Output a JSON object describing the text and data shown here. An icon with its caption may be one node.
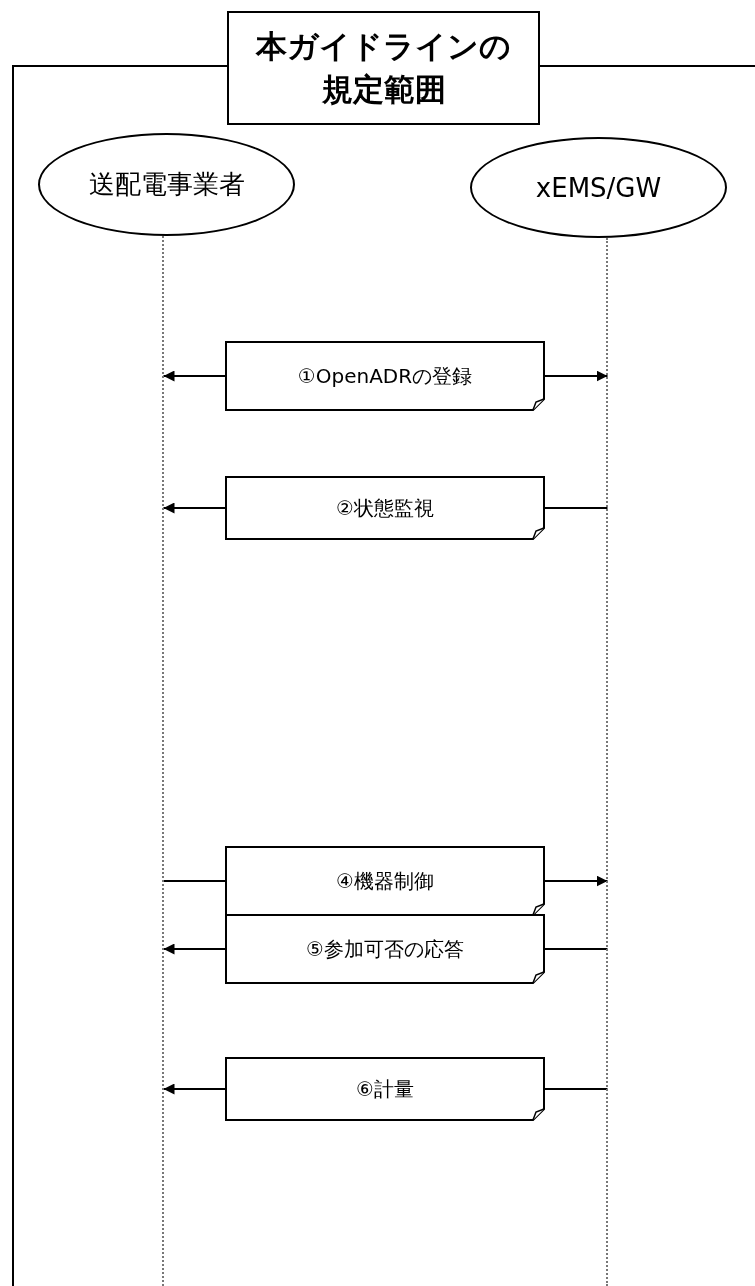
{
  "diagram": {
    "nodes": [
      {
        "text": [
          "本ガイドラインの規定範囲"
        ]
      },
      {
        "text": [
          "送配電事業者"
        ],
        "in": 0
      },
      {
        "text": [
          "xEMS/GW"
        ],
        "in": 0
      },
      {
        "text": [],
        "shape": "line",
        "in": 0
      },
      {
        "text": [],
        "shape": "line",
        "in": 0
      },
      {
        "text": [
          "①OpenADRの登録"
        ],
        "in": 0
      },
      {
        "text": [
          "②状態監視"
        ],
        "in": 0
      },
      {
        "text": [
          "④機器制御"
        ],
        "in": 0
      },
      {
        "text": [
          "⑤参加可否の応答"
        ],
        "in": 0
      },
      {
        "text": [
          "⑥計量"
        ],
        "in": 0
      }
    ],
    "edges": [
      {
        "from": 5,
        "to": 3,
        "arrow": "to"
      },
      {
        "from": 5,
        "to": 4,
        "arrow": "to"
      },
      {
        "from": 6,
        "to": 3,
        "arrow": "to"
      },
      {
        "from": 4,
        "to": 6,
        "arrow": "none"
      },
      {
        "from": 3,
        "to": 7,
        "arrow": "none"
      },
      {
        "from": 7,
        "to": 4,
        "arrow": "to"
      },
      {
        "from": 8,
        "to": 3,
        "arrow": "to"
      },
      {
        "from": 4,
        "to": 8,
        "arrow": "none"
      },
      {
        "from": 9,
        "to": 3,
        "arrow": "to"
      },
      {
        "from": 4,
        "to": 9,
        "arrow": "none"
      }
    ]
  }
}
